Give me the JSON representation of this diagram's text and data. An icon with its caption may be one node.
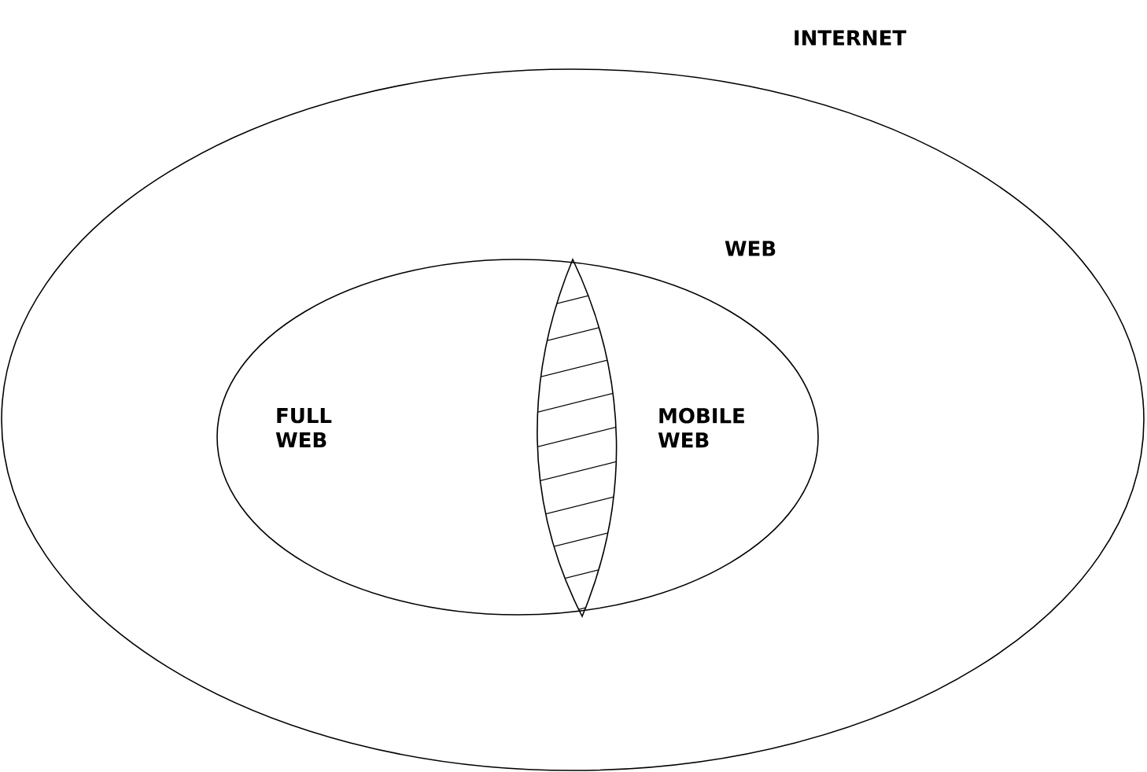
{
  "diagram": {
    "nodes": [
      {
        "text": [
          "INTERNET"
        ]
      },
      {
        "text": [
          "WEB"
        ],
        "in": 0
      },
      {
        "text": [],
        "shape": "lens",
        "in": 1
      }
    ],
    "labels": [
      "FULL WEB",
      "MOBILE WEB"
    ]
  }
}
